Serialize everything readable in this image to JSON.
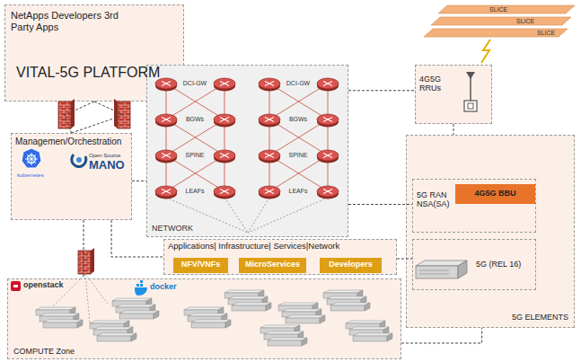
{
  "diagram": {
    "nodes": [
      {
        "text": [
          "NetApps Developers 3rd Party Apps",
          "VITAL-5G PLATFORM"
        ]
      },
      {
        "text": [
          "Managemen/Orchestration",
          "kubernetes",
          "Open Source",
          "MANO"
        ]
      },
      {
        "text": [
          "NETWORK"
        ]
      },
      {
        "text": [
          "Applications| Infrastructure| Services|Network"
        ]
      },
      {
        "text": [
          "NFV/VNFs"
        ],
        "in": 3
      },
      {
        "text": [
          "MicroServices"
        ],
        "in": 3
      },
      {
        "text": [
          "Developers"
        ],
        "in": 3
      },
      {
        "text": [
          "COMPUTE Zone"
        ]
      },
      {
        "text": [
          "4G5G RRUs"
        ]
      },
      {
        "text": [
          "5G ELEMENTS"
        ]
      },
      {
        "text": [
          "5G RAN NSA(SA)"
        ],
        "in": 9
      },
      {
        "text": [
          "4G5G BBU"
        ],
        "in": 10
      },
      {
        "text": [
          "5G (REL 16)"
        ],
        "in": 9
      }
    ],
    "edges": [
      {
        "from": 0,
        "to": 1,
        "arrow": "none"
      },
      {
        "from": 1,
        "to": 2,
        "arrow": "none"
      },
      {
        "from": 1,
        "to": 3,
        "arrow": "none"
      },
      {
        "from": 1,
        "to": 7,
        "arrow": "none"
      },
      {
        "from": 2,
        "to": 8,
        "arrow": "none"
      },
      {
        "from": 2,
        "to": 10,
        "arrow": "none"
      },
      {
        "from": 8,
        "to": 9,
        "arrow": "none"
      },
      {
        "from": 3,
        "to": 12,
        "arrow": "none"
      },
      {
        "from": 7,
        "to": 9,
        "arrow": "none"
      }
    ],
    "labels": [
      "SLICE",
      "SLICE",
      "SLICE",
      "DCI-GW",
      "DCI-GW",
      "BGWs",
      "BGWs",
      "SPINE",
      "SPINE",
      "LEAFs",
      "LEAFs",
      "openstack",
      "docker"
    ]
  }
}
